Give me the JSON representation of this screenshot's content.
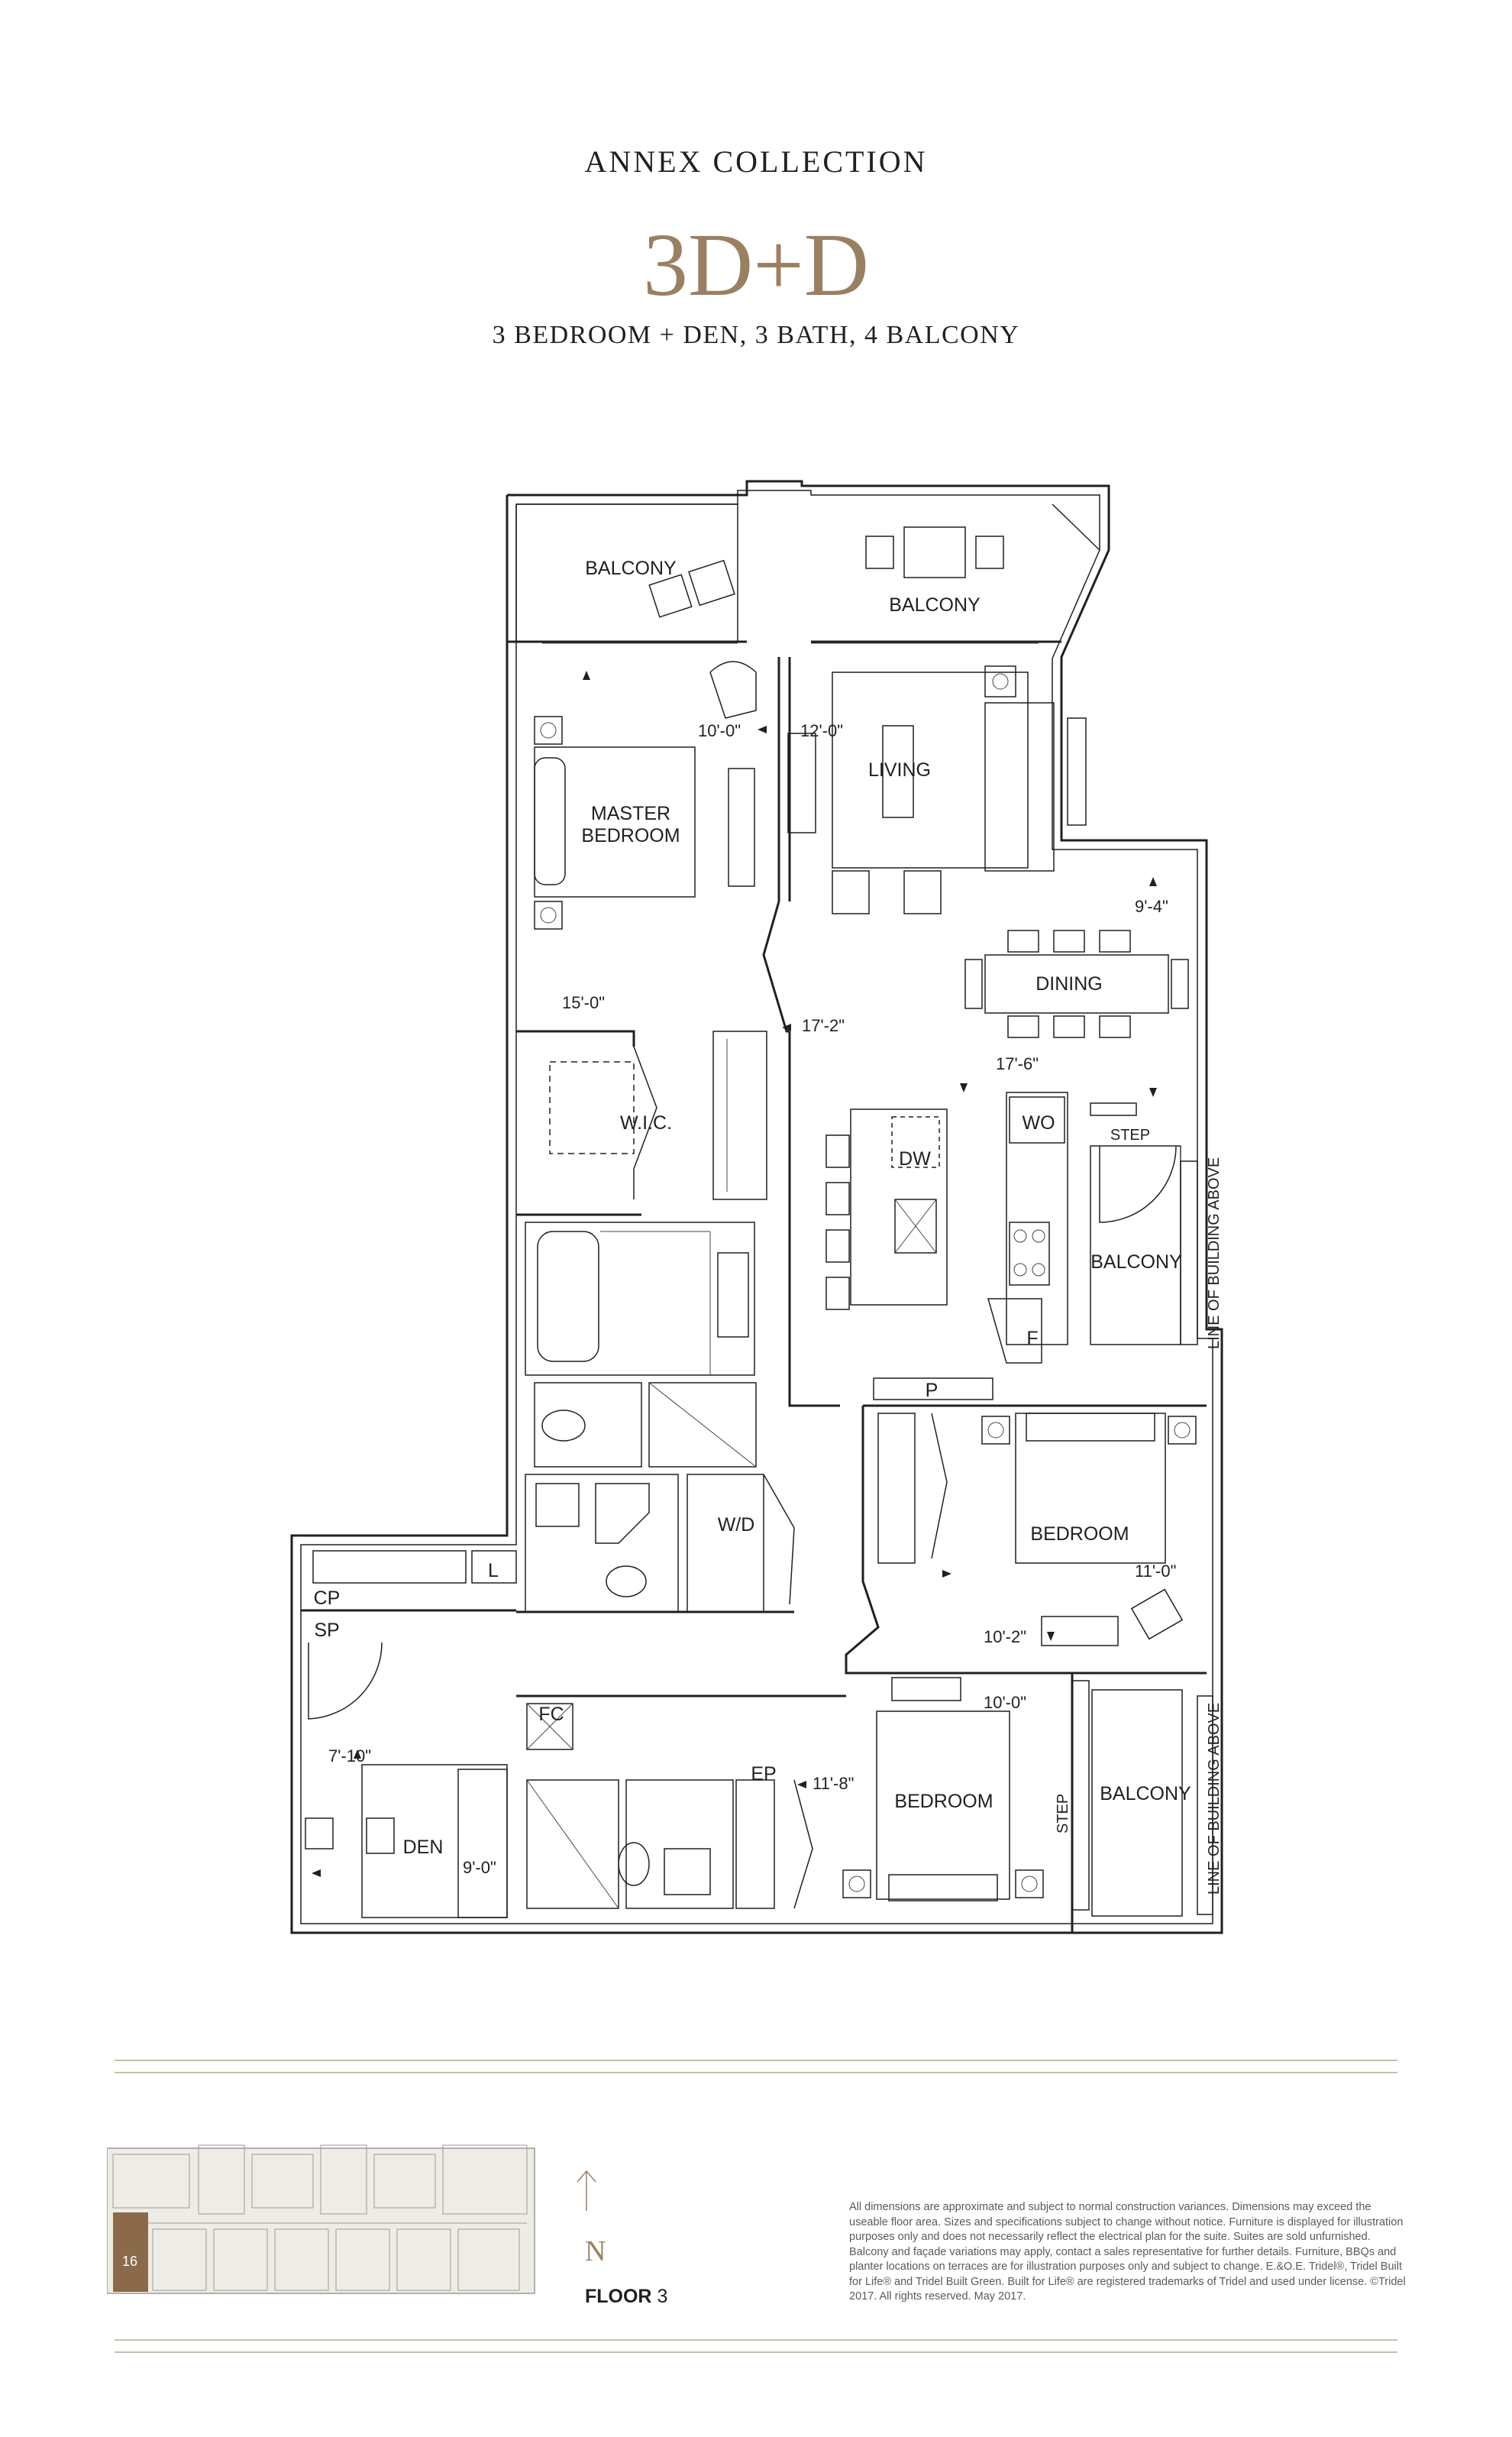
{
  "header": {
    "collection": "ANNEX COLLECTION",
    "unit": "3D+D",
    "description": "3 BEDROOM + DEN, 3 BATH, 4 BALCONY"
  },
  "rooms": {
    "balcony_nw": "BALCONY",
    "balcony_ne": "BALCONY",
    "living": "LIVING",
    "master_1": "MASTER",
    "master_2": "BEDROOM",
    "dining": "DINING",
    "wic": "W.I.C.",
    "wo": "WO",
    "step_top": "STEP",
    "dw": "DW",
    "balcony_e": "BALCONY",
    "line_above_1": "LINE OF BUILDING ABOVE",
    "f": "F",
    "p": "P",
    "bedroom_2": "BEDROOM",
    "wd": "W/D",
    "l": "L",
    "cp": "CP",
    "sp": "SP",
    "fc": "FC",
    "ep": "EP",
    "bedroom_3": "BEDROOM",
    "step_bottom": "STEP",
    "balcony_se": "BALCONY",
    "line_above_2": "LINE OF BUILDING ABOVE",
    "den": "DEN"
  },
  "dimensions": {
    "master_w": "10'-0\"",
    "living_w": "12'-0\"",
    "dining_h": "9'-4\"",
    "master_h": "15'-0\"",
    "living_h": "17'-2\"",
    "dining_w": "17'-6\"",
    "bed2_w": "11'-0\"",
    "bed2_h": "10'-2\"",
    "bed3_w": "10'-0\"",
    "bed3_h": "11'-8\"",
    "den_h": "7'-10\"",
    "den_w": "9'-0\""
  },
  "keyplan": {
    "suite_number": "16",
    "highlight_color": "#8a6a4a"
  },
  "footer": {
    "north_letter": "N",
    "floor_label": "FLOOR",
    "floor_number": "3",
    "disclaimer": "All dimensions are approximate and subject to normal construction variances. Dimensions may exceed the useable floor area. Sizes and specifications subject to change without notice. Furniture is displayed for illustration purposes only and does not necessarily reflect the electrical plan for the suite. Suites are sold unfurnished. Balcony and façade variations may apply, contact a sales representative for further details. Furniture, BBQs and planter locations on terraces are for illustration purposes only and subject to change. E.&O.E. Tridel®, Tridel Built for Life® and Tridel Built Green. Built for Life® are registered trademarks of Tridel and used under license. ©Tridel 2017. All rights reserved. May 2017."
  },
  "colors": {
    "accent": "#9a8062",
    "line": "#231f20",
    "rule": "#c9bfa8"
  }
}
